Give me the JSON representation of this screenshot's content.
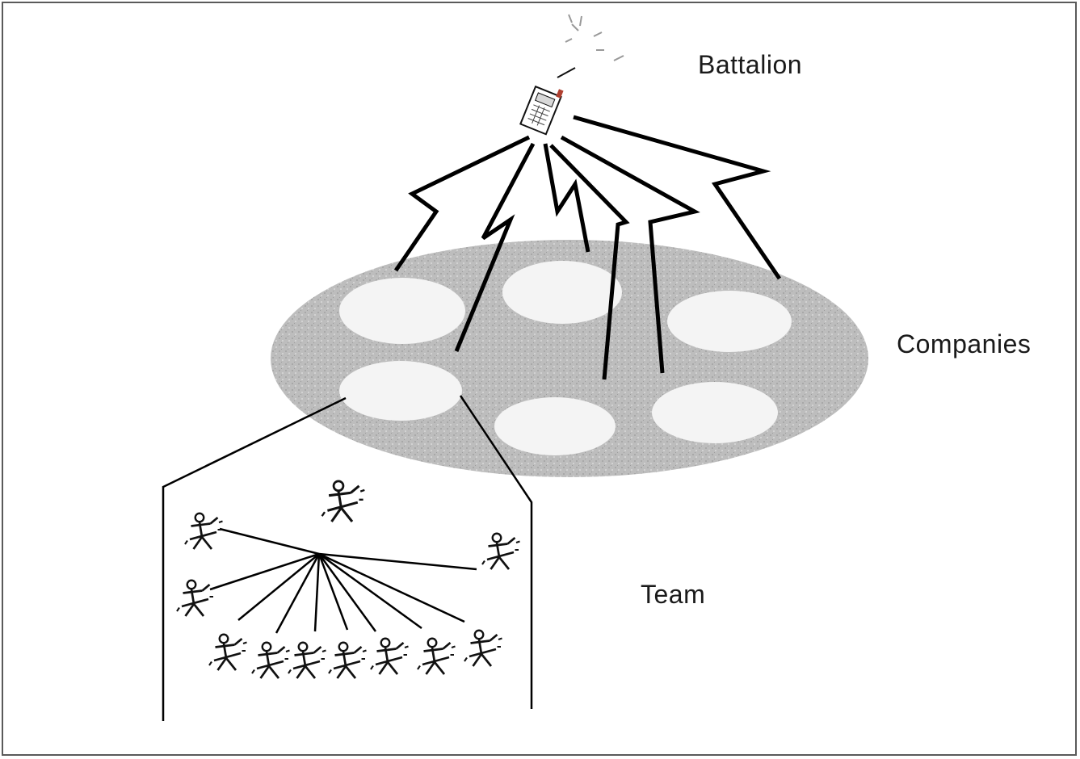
{
  "labels": {
    "battalion": "Battalion",
    "companies": "Companies",
    "team": "Team"
  },
  "counts": {
    "company_units": 6,
    "team_soldiers": 11,
    "radio_links": 6
  },
  "colors": {
    "background": "#ffffff",
    "company_disc": "#b8b8b8",
    "company_unit": "#f4f4f4",
    "link": "#000000"
  },
  "icons": {
    "battalion": "radio-handset-icon",
    "soldier": "soldier-icon"
  }
}
